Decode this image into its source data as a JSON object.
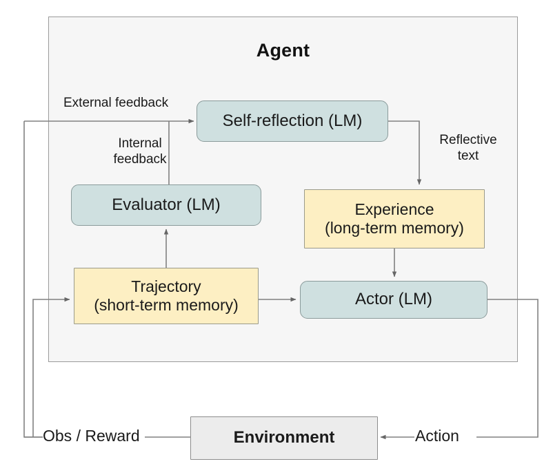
{
  "diagram": {
    "title": "Agent",
    "container_label": "Agent",
    "nodes": [
      {
        "id": "self-reflection",
        "line1": "Self-reflection (LM)",
        "line2": "",
        "style": "teal"
      },
      {
        "id": "evaluator",
        "line1": "Evaluator (LM)",
        "line2": "",
        "style": "teal"
      },
      {
        "id": "experience",
        "line1": "Experience",
        "line2": "(long-term memory)",
        "style": "yellow"
      },
      {
        "id": "trajectory",
        "line1": "Trajectory",
        "line2": "(short-term memory)",
        "style": "yellow"
      },
      {
        "id": "actor",
        "line1": "Actor (LM)",
        "line2": "",
        "style": "teal"
      },
      {
        "id": "environment",
        "line1": "Environment",
        "line2": "",
        "style": "grey"
      }
    ],
    "edge_labels": {
      "external_feedback": "External feedback",
      "internal_feedback_line1": "Internal",
      "internal_feedback_line2": "feedback",
      "reflective_text_line1": "Reflective",
      "reflective_text_line2": "text",
      "obs_reward": "Obs / Reward",
      "action": "Action"
    },
    "colors": {
      "teal_fill": "#cfe0e0",
      "yellow_fill": "#fdefc3",
      "grey_fill": "#ececec",
      "container_fill": "#f6f6f6",
      "stroke": "#808080",
      "text": "#1a1a1a"
    }
  }
}
